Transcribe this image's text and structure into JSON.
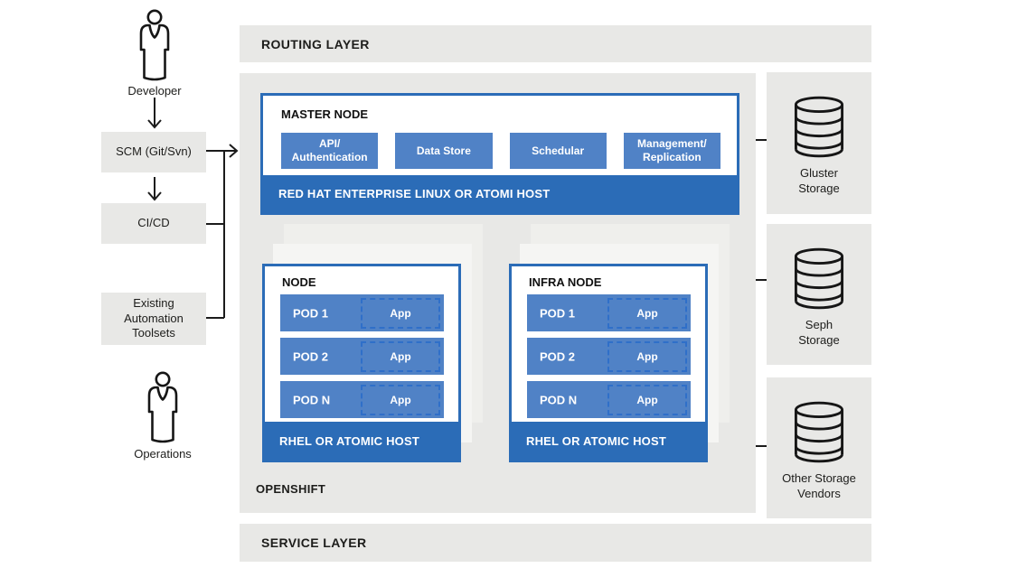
{
  "colors": {
    "panel_gray": "#e8e8e6",
    "node_border_blue": "#2b6cb7",
    "component_blue": "#5082c6",
    "dash_blue": "#2f6fc9",
    "text_dark": "#1d1d1b",
    "connector_black": "#1b1b1b"
  },
  "icons": {
    "developer": "person-icon",
    "operations": "person-icon",
    "storage": "database-icon"
  },
  "left_panel": {
    "developer_label": "Developer",
    "scm_label": "SCM (Git/Svn)",
    "cicd_label": "CI/CD",
    "automation_label": "Existing\nAutomation\nToolsets",
    "operations_label": "Operations"
  },
  "routing_layer": {
    "title": "ROUTING LAYER"
  },
  "service_layer": {
    "title": "SERVICE LAYER"
  },
  "openshift": {
    "label": "OPENSHIFT",
    "master_node": {
      "title": "MASTER NODE",
      "components": [
        "API/\nAuthentication",
        "Data Store",
        "Schedular",
        "Management/\nReplication"
      ],
      "host_bar": "RED HAT ENTERPRISE LINUX OR ATOMI HOST"
    },
    "nodes": [
      {
        "title": "NODE",
        "pods": [
          {
            "label": "POD 1",
            "app": "App"
          },
          {
            "label": "POD 2",
            "app": "App"
          },
          {
            "label": "POD N",
            "app": "App"
          }
        ],
        "host_bar": "RHEL OR ATOMIC HOST"
      },
      {
        "title": "INFRA NODE",
        "pods": [
          {
            "label": "POD 1",
            "app": "App"
          },
          {
            "label": "POD 2",
            "app": "App"
          },
          {
            "label": "POD N",
            "app": "App"
          }
        ],
        "host_bar": "RHEL OR ATOMIC HOST"
      }
    ]
  },
  "storage": [
    {
      "label": "Gluster\nStorage"
    },
    {
      "label": "Seph\nStorage"
    },
    {
      "label": "Other Storage\nVendors"
    }
  ]
}
